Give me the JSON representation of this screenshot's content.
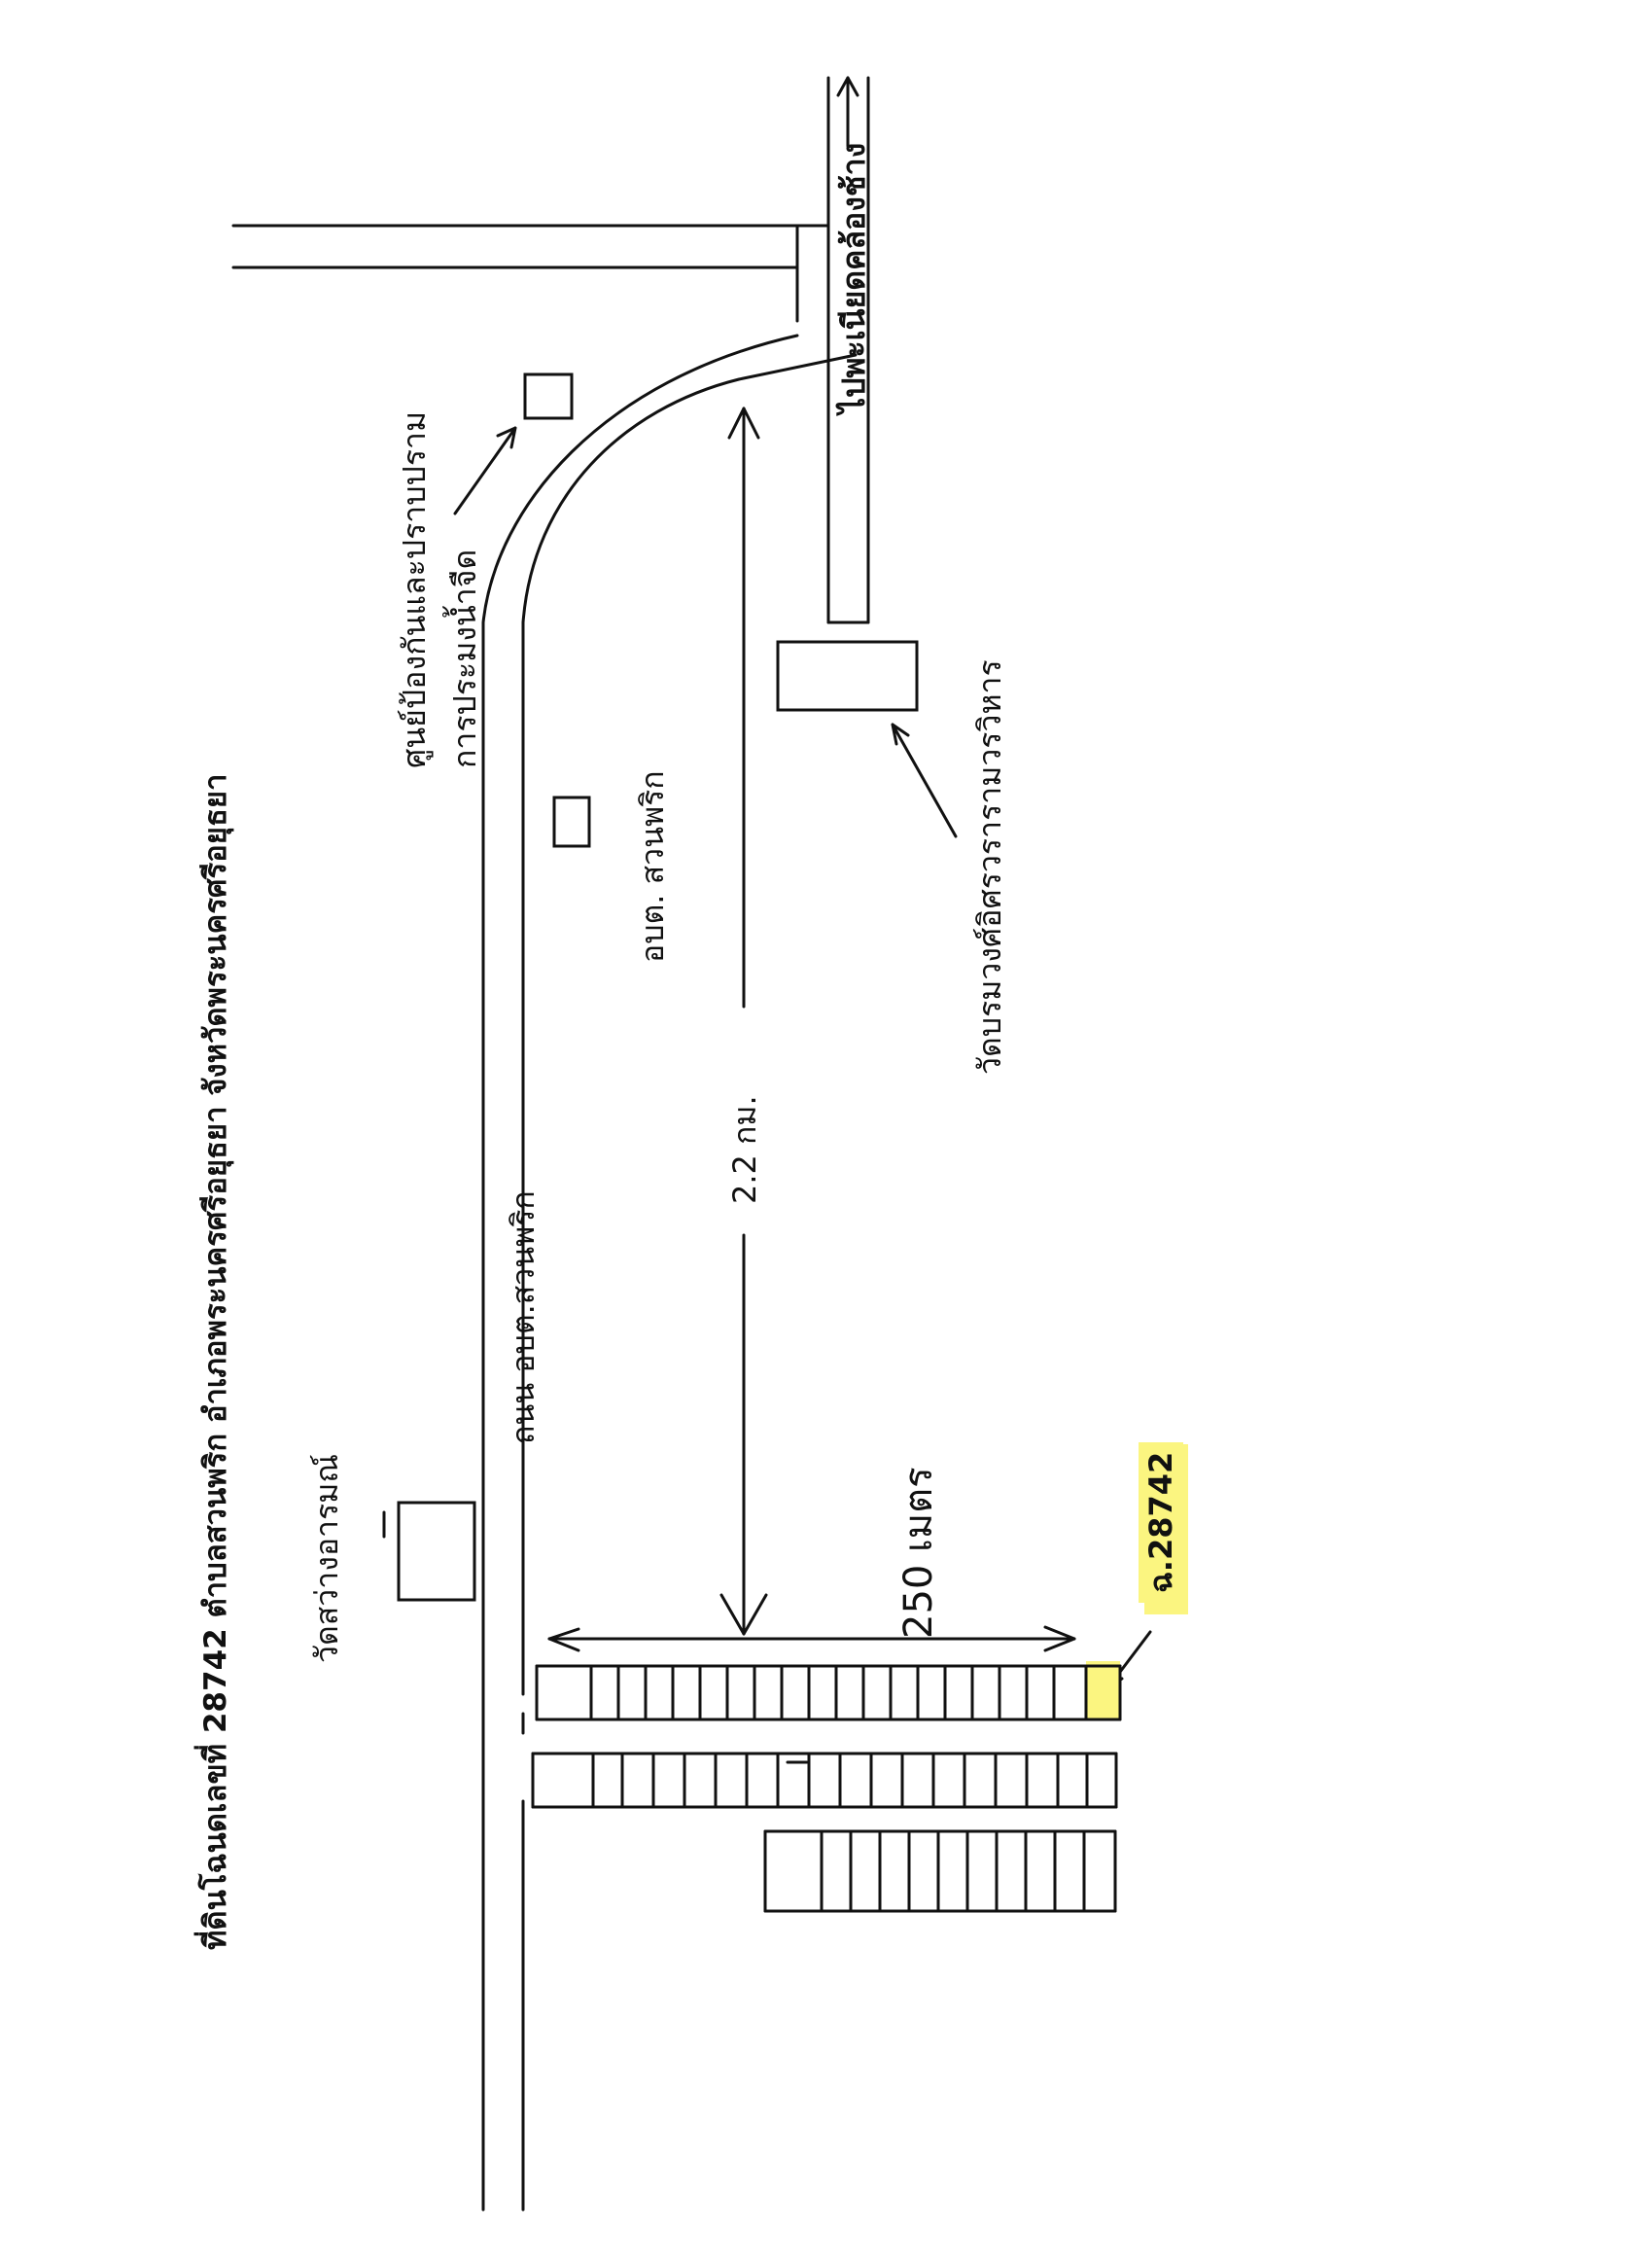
{
  "title": "ที่ดินโฉนดเลขที่ 28742 ตำบลสวนพริก อำเภอพระนครศรีอยุธยา จังหวัดพระนครศรีอยุธยา",
  "labels": {
    "road": "ถนน อบต.สวนพริก",
    "distance": "2.2 กม.",
    "frontage": "250 เมตร",
    "parcel": "ฉ.28742",
    "direction_road": "ไปพะเนียดคล้องช้าง",
    "flood_center_line1": "ศูนย์ป้องกันและปราบปราม",
    "flood_center_line2": "การประมงน้ำจืด",
    "tambon_office": "อบต. สวนพริก",
    "wat_sawang": "วัดสว่างอารมณ์",
    "wat_borom": "วัดบรมวงศ์อิศรวรารามวรวิหาร"
  },
  "colors": {
    "ink": "#111111",
    "highlight": "#fbf580"
  }
}
